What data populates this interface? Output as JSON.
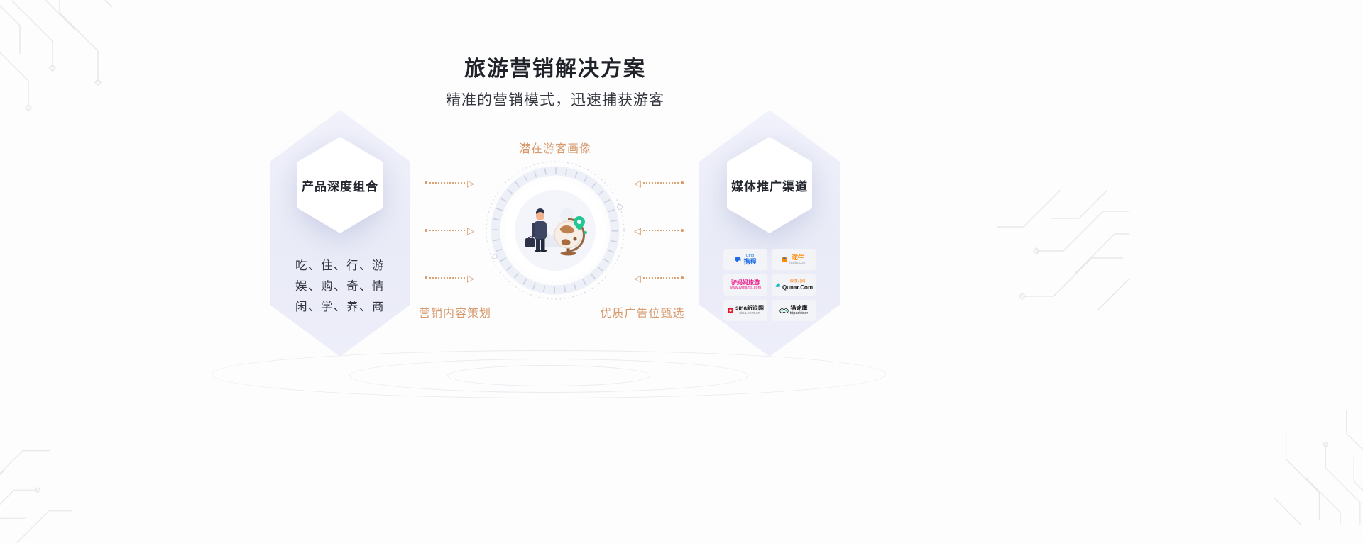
{
  "header": {
    "title": "旅游营销解决方案",
    "subtitle": "精准的营销模式，迅速捕获游客"
  },
  "left_card": {
    "title": "产品深度组合",
    "lines": [
      "吃、住、行、游",
      "娱、购、奇、情",
      "闲、学、养、商"
    ]
  },
  "center": {
    "top_label": "潜在游客画像",
    "bottom_left_label": "营销内容策划",
    "bottom_right_label": "优质广告位甄选"
  },
  "right_card": {
    "title": "媒体推广渠道",
    "logos": [
      {
        "id": "ctrip",
        "main": "携程",
        "sub": "Ctrip",
        "color": "#1E6BE5"
      },
      {
        "id": "tuniu",
        "main": "途牛",
        "sub": "tuniu.com",
        "color": "#FF8A00"
      },
      {
        "id": "lvmama",
        "main": "驴妈妈旅游",
        "sub": "www.lvmama.com",
        "color": "#EC1E8C"
      },
      {
        "id": "qunar",
        "main": "Qunar.Com",
        "sub": "去哪儿网",
        "color": "#1b1b1b"
      },
      {
        "id": "sina",
        "main": "sina新浪网",
        "sub": "sina.com.cn",
        "color": "#E6162D"
      },
      {
        "id": "tripadvisor",
        "main": "猫途鹰",
        "sub": "tripadvisor",
        "color": "#34E0A1"
      }
    ]
  },
  "colors": {
    "accent_orange": "#D79A6D",
    "card_background": "#ECEEF8",
    "text_dark": "#32353C",
    "pin_green": "#21C795"
  }
}
